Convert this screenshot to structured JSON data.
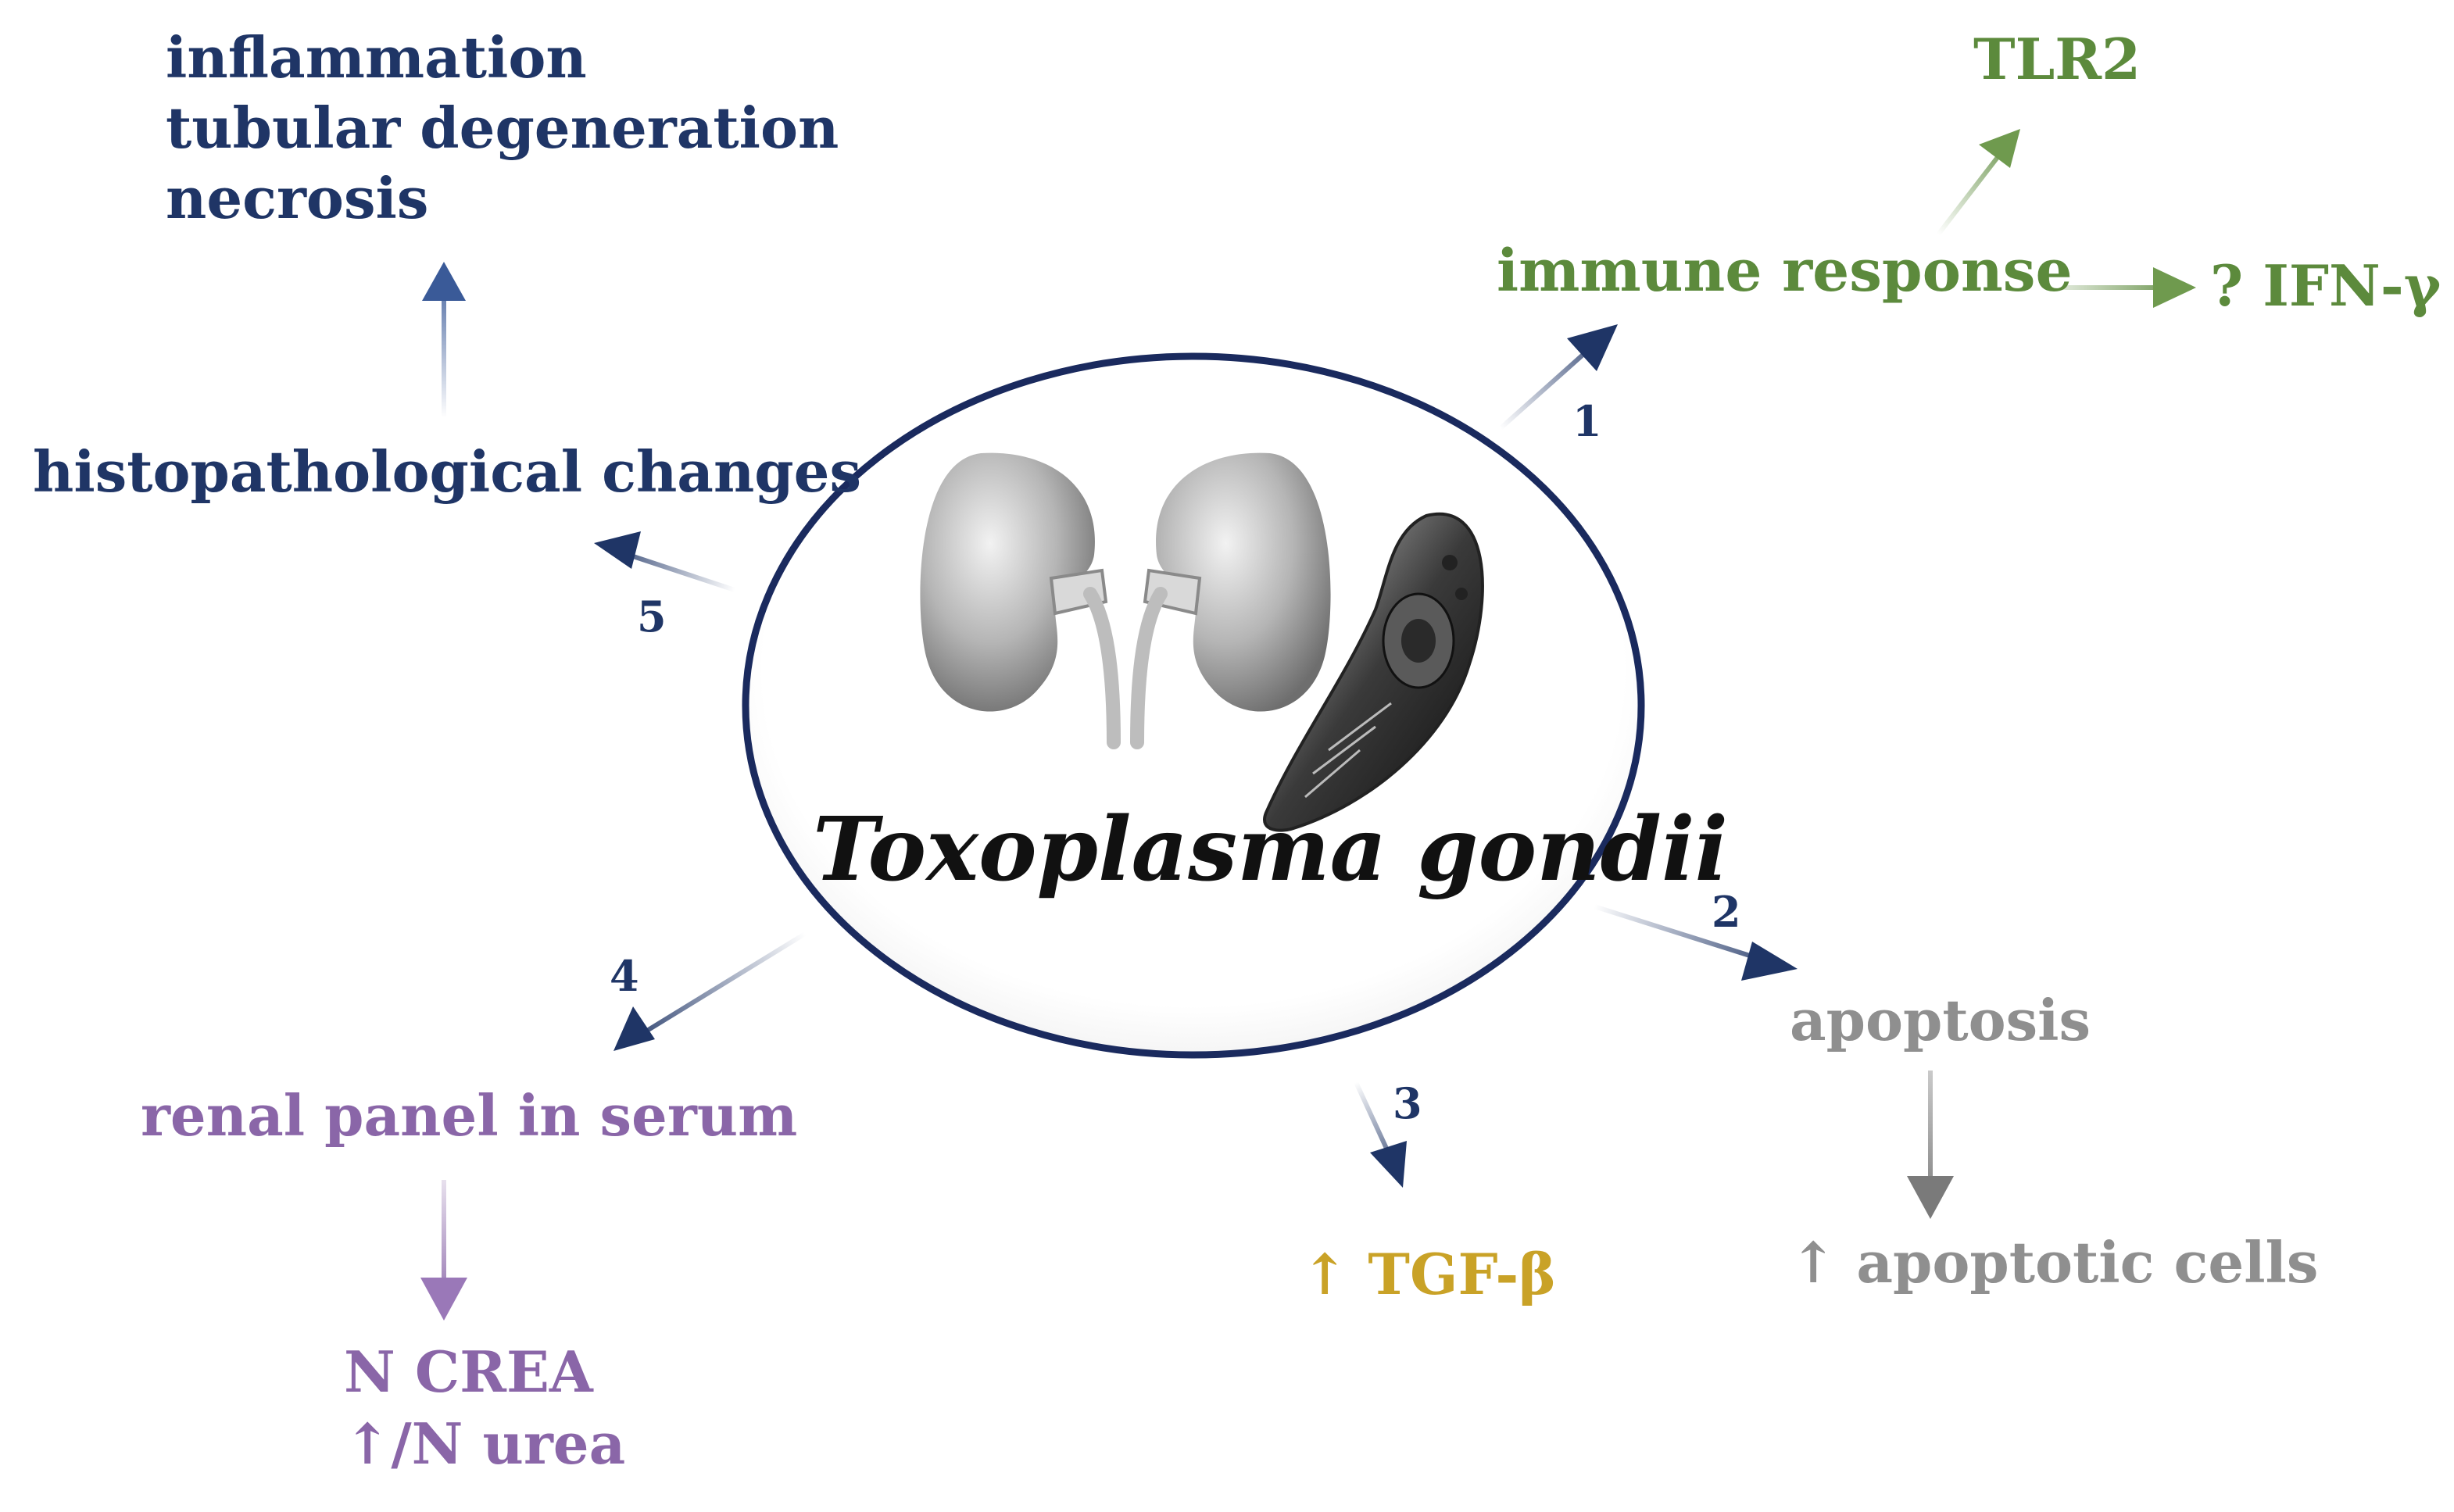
{
  "center": {
    "title": "Toxoplasma gondii"
  },
  "branches": {
    "b1": {
      "number": "1",
      "label": "immune response",
      "sub1": "TLR2",
      "sub2": "? IFN-γ"
    },
    "b2": {
      "number": "2",
      "label": "apoptosis",
      "result": "↑ apoptotic cells"
    },
    "b3": {
      "number": "3",
      "label": "↑ TGF-β"
    },
    "b4": {
      "number": "4",
      "label": "renal panel in serum",
      "result_line1": "N CREA",
      "result_line2": "↑/N urea"
    },
    "b5": {
      "number": "5",
      "label": "histopathological changes",
      "result_line1": "inflammation",
      "result_line2": "tubular degeneration",
      "result_line3": "necrosis"
    }
  },
  "colors": {
    "navy": "#1f3566",
    "green": "#5c8a3c",
    "gray": "#8f8f8f",
    "gold": "#c9a227",
    "purple": "#8a66a8"
  },
  "icons": [
    "kidney-icon",
    "toxoplasma-parasite-icon"
  ]
}
